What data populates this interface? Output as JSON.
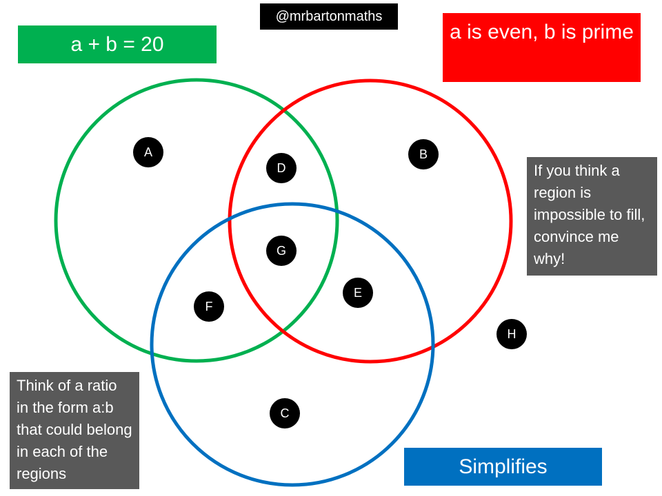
{
  "credit": "@mrbartonmaths",
  "sets": {
    "green": {
      "label": "a + b = 20",
      "color": "#00b050"
    },
    "red": {
      "label": "a is even, b is prime",
      "color": "#ff0000"
    },
    "blue": {
      "label": "Simplifies",
      "color": "#0070c0"
    }
  },
  "regions": [
    "A",
    "B",
    "C",
    "D",
    "E",
    "F",
    "G",
    "H"
  ],
  "notes": {
    "right": "If you think a region is impossible to fill, convince me why!",
    "left": "Think of a ratio in the form a:b that could belong in each of the regions"
  },
  "colors": {
    "note_background": "#595959",
    "region_marker": "#000000"
  }
}
